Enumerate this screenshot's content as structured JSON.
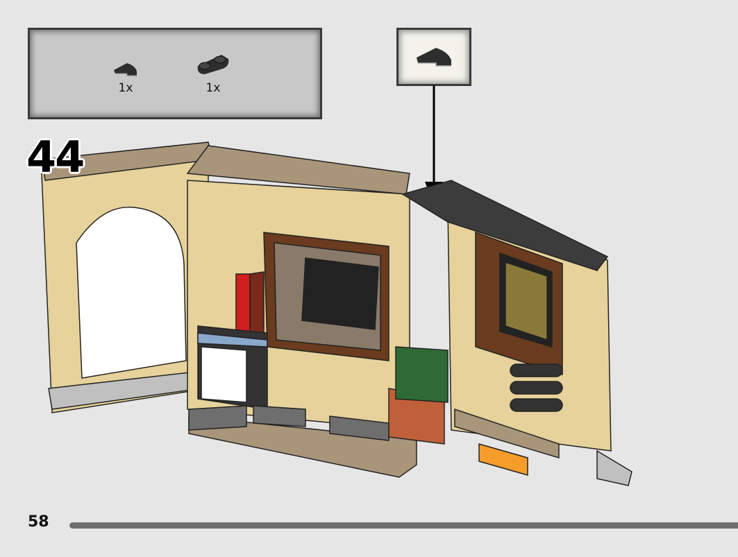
{
  "parts_list": [
    {
      "icon": "quarter-round-tile-1x1-dark-grey",
      "quantity": "1x"
    },
    {
      "icon": "plate-1x2-rounded-dark-grey",
      "quantity": "1x"
    }
  ],
  "callout": {
    "icon": "quarter-round-tile-1x1-dark-grey"
  },
  "step_number": "44",
  "page_number": "58",
  "colors": {
    "background": "#e6e6e6",
    "parts_box": "#c8c8c8",
    "tan": "#e6d29a",
    "dark_tan": "#a8957a",
    "dark_grey": "#3c3c3c",
    "progress": "#6e6e6e"
  }
}
